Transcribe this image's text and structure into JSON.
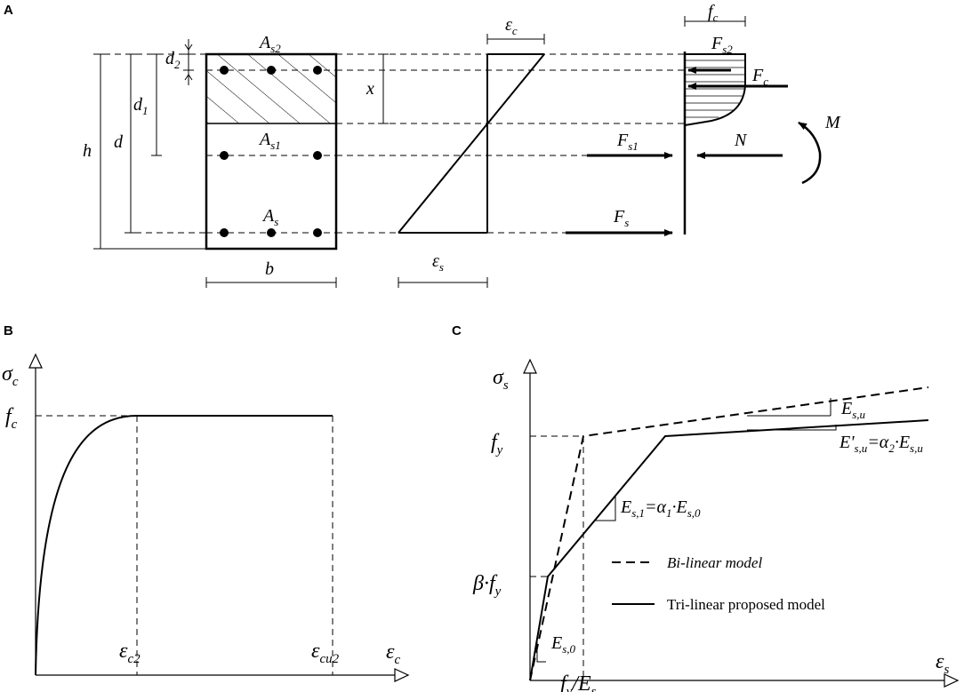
{
  "panels": {
    "a": {
      "label": "A",
      "section": {
        "As2": "A",
        "As2_sub": "s2",
        "As1": "A",
        "As1_sub": "s1",
        "As": "A",
        "As_sub": "s",
        "b": "b",
        "h": "h",
        "d": "d",
        "d1": "d",
        "d1_sub": "1",
        "d2": "d",
        "d2_sub": "2",
        "x": "x"
      },
      "strain": {
        "ec": "ε",
        "ec_sub": "c",
        "es": "ε",
        "es_sub": "s"
      },
      "forces": {
        "fc": "f",
        "fc_sub": "c",
        "Fs2": "F",
        "Fs2_sub": "s2",
        "Fc": "F",
        "Fc_sub": "c",
        "Fs1": "F",
        "Fs1_sub": "s1",
        "Fs": "F",
        "Fs_sub": "s",
        "N": "N",
        "M": "M"
      }
    },
    "b": {
      "label": "B",
      "y_axis": "σ",
      "y_axis_sub": "c",
      "x_axis": "ε",
      "x_axis_sub": "c",
      "fc": "f",
      "fc_sub": "c",
      "ec2": "ε",
      "ec2_sub": "c2",
      "ecu2": "ε",
      "ecu2_sub": "cu2"
    },
    "c": {
      "label": "C",
      "y_axis": "σ",
      "y_axis_sub": "s",
      "x_axis": "ε",
      "x_axis_sub": "s",
      "fy": "f",
      "fy_sub": "y",
      "beta_fy": "β·f",
      "beta_fy_sub": "y",
      "fy_Es": "f",
      "fy_Es_sub": "y",
      "fy_Es_tail": "/E",
      "fy_Es_tail_sub": "s",
      "Esu": "E",
      "Esu_sub": "s,u",
      "Esu_prime": "E'",
      "Esu_prime_sub": "s,u",
      "Esu_prime_eq": "=α",
      "Esu_prime_eq_sub": "2",
      "Esu_prime_dot": "·E",
      "Esu_prime_end_sub": "s,u",
      "Es1": "E",
      "Es1_sub": "s,1",
      "Es1_eq": "=α",
      "Es1_eq_sub": "1",
      "Es1_dot": "·E",
      "Es1_end_sub": "s,0",
      "Es0": "E",
      "Es0_sub": "s,0",
      "legend": {
        "bilinear": "Bi-linear model",
        "trilinear": "Tri-linear proposed model"
      }
    }
  },
  "colors": {
    "ink": "#000000",
    "background": "#ffffff"
  }
}
